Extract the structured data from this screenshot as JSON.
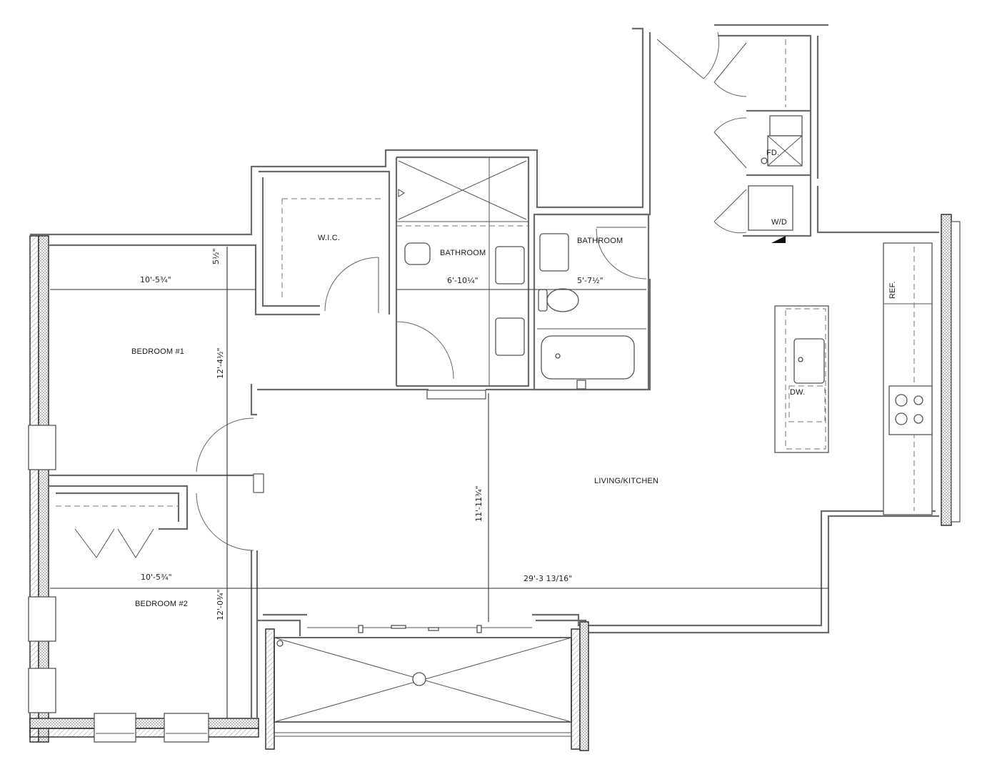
{
  "plan": {
    "rooms": {
      "bedroom1": "BEDROOM #1",
      "bedroom2": "BEDROOM #2",
      "wic": "W.I.C.",
      "bath1": "BATHROOM",
      "bath2": "BATHROOM",
      "living": "LIVING/KITCHEN"
    },
    "fixtures": {
      "fd": "FD.",
      "wd": "W/D",
      "ref": "REF.",
      "dw": "DW."
    },
    "dimensions": {
      "bed1_width": "10'-5¾\"",
      "bed1_depth": "12'-4½\"",
      "bed1_offset": "5½\"",
      "bath1_width": "6'-10¼\"",
      "bath2_width": "5'-7½\"",
      "living_depth": "11'-11¾\"",
      "bed2_width": "10'-5¾\"",
      "bed2_depth": "12'-0¾\"",
      "living_width": "29'-3 13/16\""
    }
  }
}
